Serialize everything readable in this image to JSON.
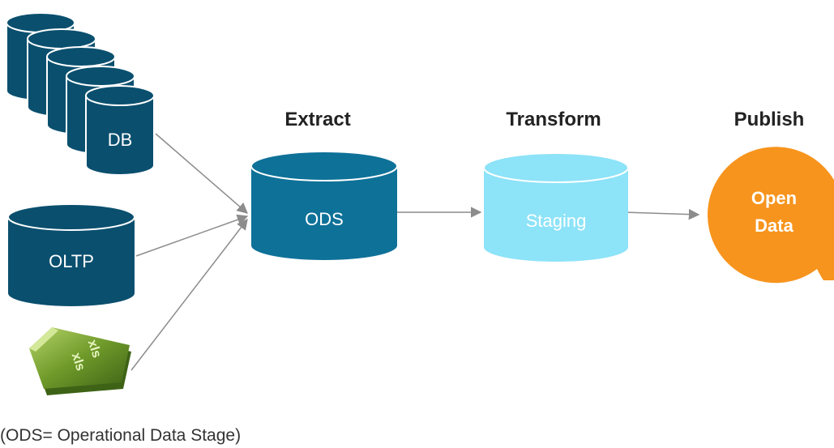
{
  "stages": {
    "extract": "Extract",
    "transform": "Transform",
    "publish": "Publish"
  },
  "sources": {
    "db_label": "DB",
    "oltp_label": "OLTP",
    "spreadsheet_text_1": "xls",
    "spreadsheet_text_2": "xls"
  },
  "targets": {
    "ods_label": "ODS",
    "staging_label": "Staging",
    "open_data_line1": "Open",
    "open_data_line2": "Data"
  },
  "footnote": "(ODS= Operational Data Stage)",
  "colors": {
    "db_dark": "#0a4f6e",
    "ods_blue": "#0e7198",
    "staging_light": "#8de3f8",
    "open_data_orange": "#f7941d",
    "arrow_gray": "#8c8c8c"
  }
}
